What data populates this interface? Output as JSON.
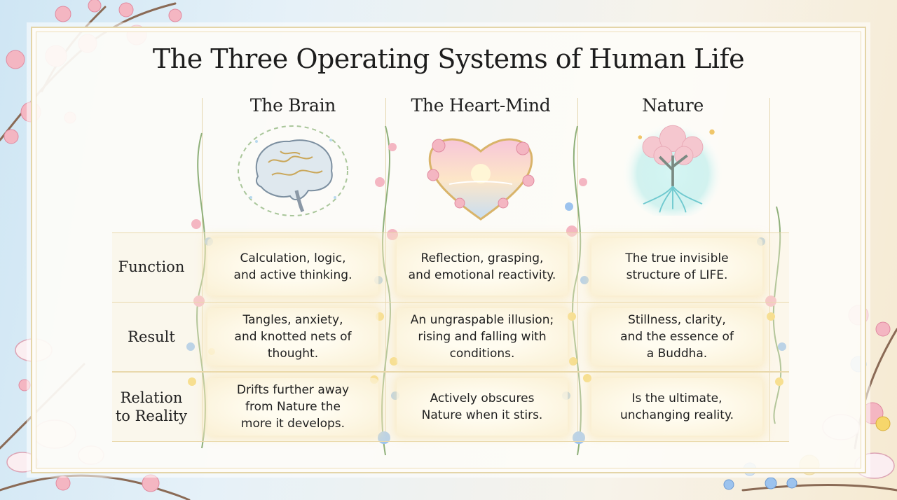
{
  "title": "The Three Operating Systems of Human Life",
  "columns": [
    {
      "heading": "The Brain",
      "icon": "brain-icon"
    },
    {
      "heading": "The Heart-Mind",
      "icon": "heart-icon"
    },
    {
      "heading": "Nature",
      "icon": "tree-icon"
    }
  ],
  "rows": [
    {
      "label": "Function",
      "cells": [
        "Calculation, logic,\nand active thinking.",
        "Reflection, grasping,\nand emotional reactivity.",
        "The true invisible\nstructure of LIFE."
      ]
    },
    {
      "label": "Result",
      "cells": [
        "Tangles, anxiety,\nand knotted nets of\nthought.",
        "An ungraspable illusion;\nrising and falling with\nconditions.",
        "Stillness, clarity,\nand the essence of\na Buddha."
      ]
    },
    {
      "label": "Relation\nto Reality",
      "cells": [
        "Drifts further away\nfrom Nature the\nmore it develops.",
        "Actively obscures\nNature when it stirs.",
        "Is the ultimate,\nunchanging reality."
      ]
    }
  ],
  "colors": {
    "accent": "#e9d9ad",
    "blossom": "#f4b6c2",
    "vine": "#8fb07a",
    "glow": "#9fe3e6"
  }
}
